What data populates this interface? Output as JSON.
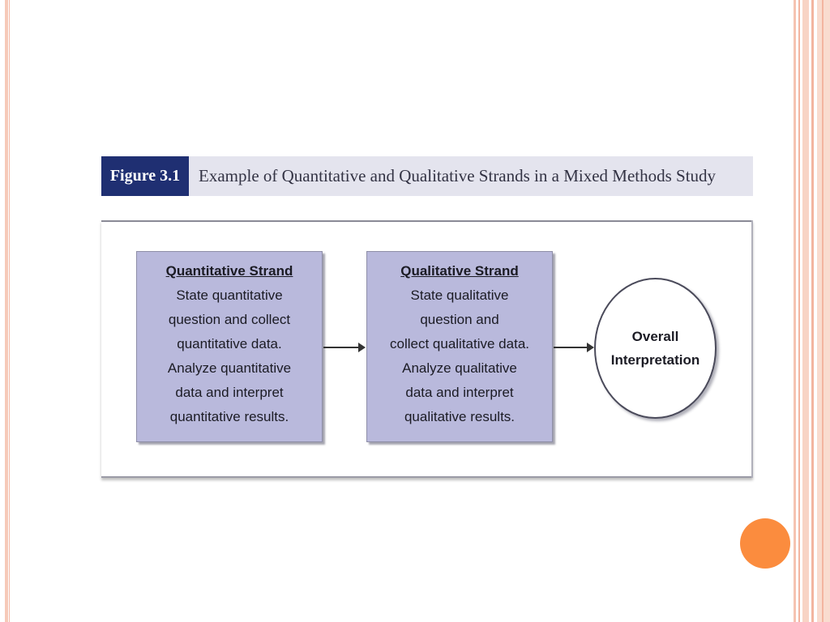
{
  "figure": {
    "label": "Figure 3.1",
    "caption": "Example of Quantitative and Qualitative Strands in a Mixed Methods Study"
  },
  "quantitative": {
    "title": "Quantitative Strand",
    "lines": [
      "State quantitative",
      "question and collect",
      "quantitative data.",
      "Analyze quantitative",
      "data and interpret",
      "quantitative results."
    ]
  },
  "qualitative": {
    "title": "Qualitative Strand",
    "lines": [
      "State qualitative",
      "question and",
      "collect qualitative data.",
      "Analyze qualitative",
      "data and interpret",
      "qualitative results."
    ]
  },
  "interpretation": {
    "lines": [
      "Overall",
      "Interpretation"
    ]
  },
  "colors": {
    "figure_label_bg": "#1f2f72",
    "header_band": "#e4e4ee",
    "strand_box": "#b9b9dc",
    "accent_dot": "#fb8c3e",
    "slide_border": "#f6c9b8"
  }
}
